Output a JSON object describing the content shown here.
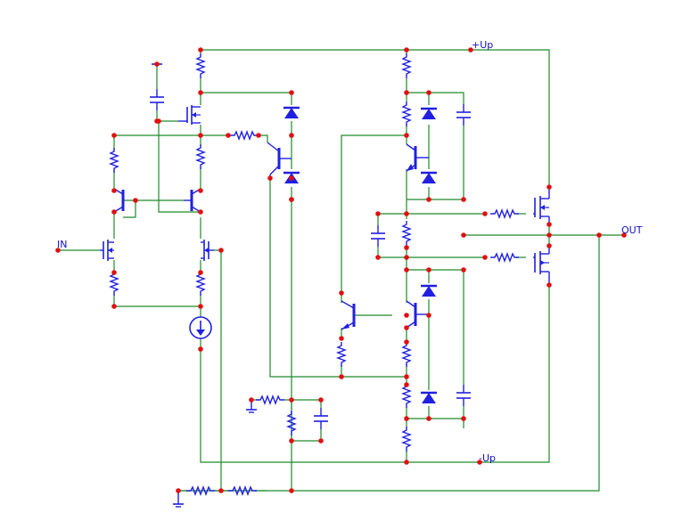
{
  "labels": {
    "in": "IN",
    "out": "OUT",
    "vpos": "+Up",
    "vneg": "-Up"
  },
  "colors": {
    "wire": "#1e8a2a",
    "component": "#2020e0",
    "node": "#e01010",
    "text": "#1010c0",
    "background": "#ffffff"
  }
}
